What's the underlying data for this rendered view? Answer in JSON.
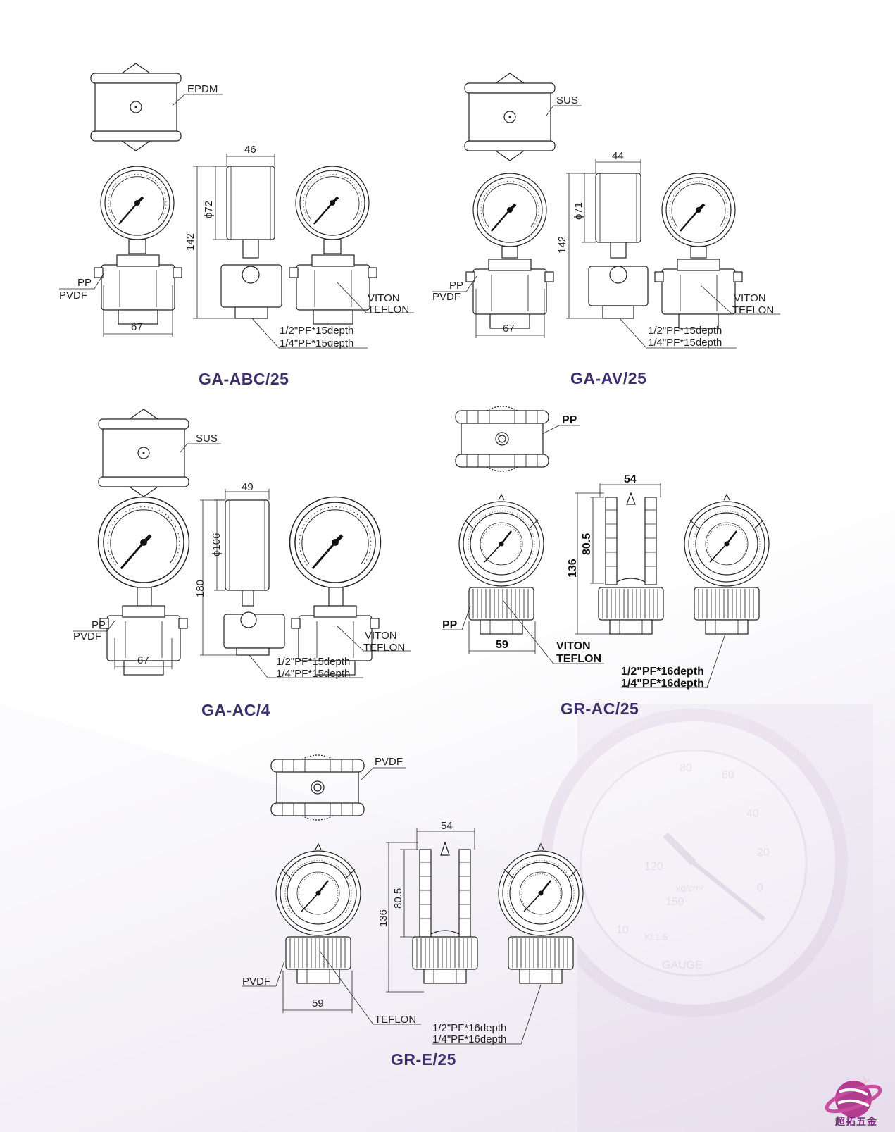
{
  "colors": {
    "title": "#3d2f6b",
    "logo": "#a0297f",
    "line": "#222222"
  },
  "models": [
    {
      "title": "GA-ABC/25",
      "top_material": "EPDM",
      "dims": {
        "width": "46",
        "diameter": "ϕ72",
        "height": "142",
        "base": "67"
      },
      "materials": {
        "left_a": "PP",
        "left_b": "PVDF",
        "right_a": "VITON",
        "right_b": "TEFLON"
      },
      "threads": [
        "1/2\"PF*15depth",
        "1/4\"PF*15depth"
      ]
    },
    {
      "title": "GA-AV/25",
      "top_material": "SUS",
      "dims": {
        "width": "44",
        "diameter": "ϕ71",
        "height": "142",
        "base": "67"
      },
      "materials": {
        "left_a": "PP",
        "left_b": "PVDF",
        "right_a": "VITON",
        "right_b": "TEFLON"
      },
      "threads": [
        "1/2\"PF*15depth",
        "1/4\"PF*15depth"
      ]
    },
    {
      "title": "GA-AC/4",
      "top_material": "SUS",
      "dims": {
        "width": "49",
        "diameter": "ϕ106",
        "height": "180",
        "base": "67"
      },
      "materials": {
        "left_a": "PP",
        "left_b": "PVDF",
        "right_a": "VITON",
        "right_b": "TEFLON"
      },
      "threads": [
        "1/2\"PF*15depth",
        "1/4\"PF*15depth"
      ]
    },
    {
      "title": "GR-AC/25",
      "top_material": "PP",
      "dims": {
        "width": "54",
        "inner": "80.5",
        "height": "136",
        "base": "59"
      },
      "materials": {
        "left": "PP",
        "right_a": "VITON",
        "right_b": "TEFLON"
      },
      "threads": [
        "1/2\"PF*16depth",
        "1/4\"PF*16depth"
      ]
    },
    {
      "title": "GR-E/25",
      "top_material": "PVDF",
      "dims": {
        "width": "54",
        "inner": "80.5",
        "height": "136",
        "base": "59"
      },
      "materials": {
        "left": "PVDF",
        "right": "TEFLON"
      },
      "threads": [
        "1/2\"PF*16depth",
        "1/4\"PF*16depth"
      ]
    }
  ],
  "background": {
    "dial_numbers": [
      "80",
      "60",
      "40",
      "20",
      "0",
      "120",
      "150",
      "10"
    ],
    "unit": "kg/cm²",
    "class_label": "Kl.1.5",
    "brand": "GAUGE"
  },
  "logo": {
    "text": "超拓五金",
    "icon": "globe-logo-icon"
  }
}
